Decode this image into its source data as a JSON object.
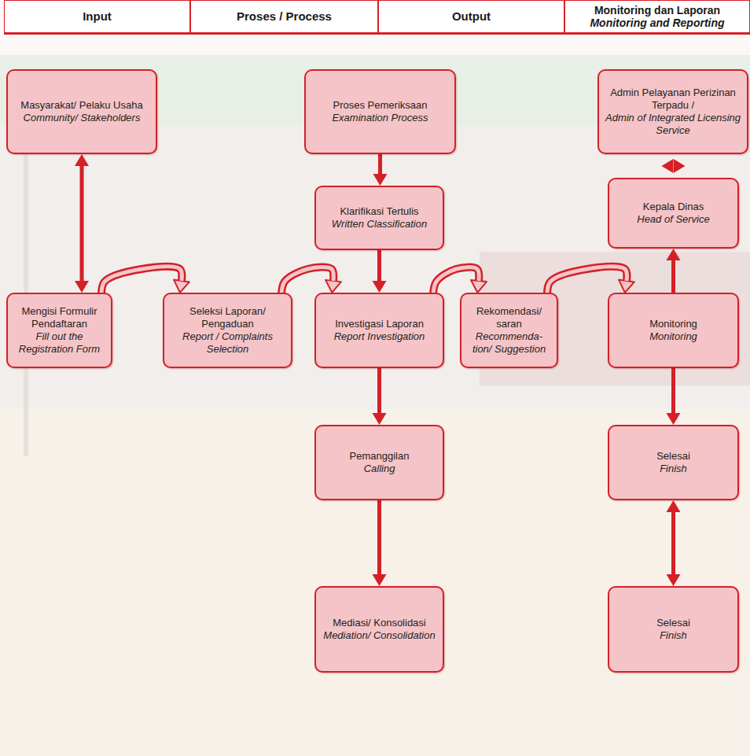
{
  "diagram": {
    "nodes": [
      {
        "text": [
          "Masyarakat/ Pelaku Usaha",
          "Community/ Stakeholders"
        ]
      },
      {
        "text": [
          "Proses Pemeriksaan",
          "Examination Process"
        ]
      },
      {
        "text": [
          "Admin Pelayanan Perizinan Terpadu /",
          "Admin of Integrated Licensing Service"
        ]
      },
      {
        "text": [
          "Kepala Dinas",
          "Head of Service"
        ]
      },
      {
        "text": [
          "Klarifikasi Tertulis",
          "Written Classification"
        ]
      },
      {
        "text": [
          "Mengisi Formulir Pendaftaran",
          "Fill out the Registration Form"
        ]
      },
      {
        "text": [
          "Seleksi Laporan/ Pengaduan",
          "Report / Complaints Selection"
        ]
      },
      {
        "text": [
          "Investigasi Laporan",
          "Report Investigation"
        ]
      },
      {
        "text": [
          "Rekomendasi/ saran",
          "Recommenda-tion/ Suggestion"
        ]
      },
      {
        "text": [
          "Monitoring",
          "Monitoring"
        ]
      },
      {
        "text": [
          "Pemanggilan",
          "Calling"
        ]
      },
      {
        "text": [
          "Selesai",
          "Finish"
        ]
      },
      {
        "text": [
          "Mediasi/ Konsolidasi",
          "Mediation/ Consolidation"
        ]
      },
      {
        "text": [
          "Selesai",
          "Finish"
        ]
      }
    ],
    "edges": [
      {
        "from": 0,
        "to": 5,
        "arrow": "both"
      },
      {
        "from": 5,
        "to": 6,
        "arrow": "to"
      },
      {
        "from": 6,
        "to": 7,
        "arrow": "to"
      },
      {
        "from": 7,
        "to": 8,
        "arrow": "to"
      },
      {
        "from": 8,
        "to": 9,
        "arrow": "to"
      },
      {
        "from": 1,
        "to": 4,
        "arrow": "to"
      },
      {
        "from": 4,
        "to": 7,
        "arrow": "to"
      },
      {
        "from": 7,
        "to": 10,
        "arrow": "to"
      },
      {
        "from": 10,
        "to": 12,
        "arrow": "to"
      },
      {
        "from": 9,
        "to": 3,
        "arrow": "to"
      },
      {
        "from": 3,
        "to": 2,
        "arrow": "both"
      },
      {
        "from": 9,
        "to": 11,
        "arrow": "to"
      },
      {
        "from": 11,
        "to": 13,
        "arrow": "both"
      }
    ],
    "labels": [
      "Input",
      "Proses / Process",
      "Output",
      "Monitoring dan Laporan",
      "Monitoring and Reporting"
    ]
  }
}
